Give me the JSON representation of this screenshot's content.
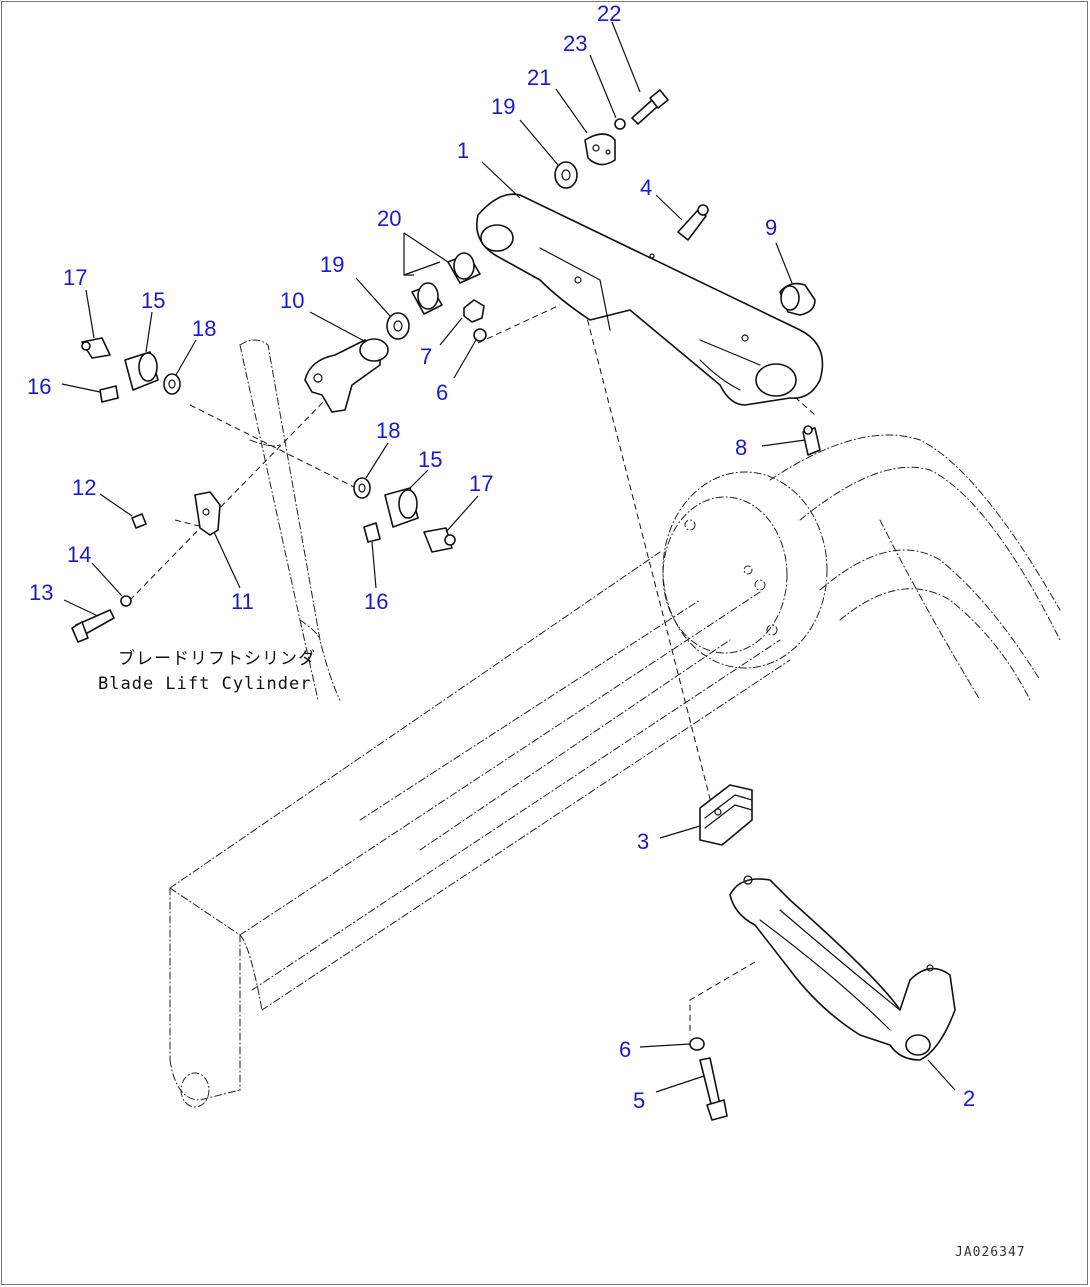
{
  "callouts": {
    "c1": "1",
    "c2": "2",
    "c3": "3",
    "c4": "4",
    "c5": "5",
    "c6a": "6",
    "c6b": "6",
    "c7": "7",
    "c8": "8",
    "c9": "9",
    "c10": "10",
    "c11": "11",
    "c12": "12",
    "c13": "13",
    "c14": "14",
    "c15a": "15",
    "c15b": "15",
    "c16a": "16",
    "c16b": "16",
    "c17a": "17",
    "c17b": "17",
    "c18a": "18",
    "c18b": "18",
    "c19a": "19",
    "c19b": "19",
    "c20": "20",
    "c21": "21",
    "c22": "22",
    "c23": "23"
  },
  "caption": {
    "jp": "ブレードリフトシリンダ",
    "en": "Blade Lift Cylinder"
  },
  "figure_id": "JA026347",
  "colors": {
    "callout": "#1a1acd",
    "line": "#111111"
  }
}
